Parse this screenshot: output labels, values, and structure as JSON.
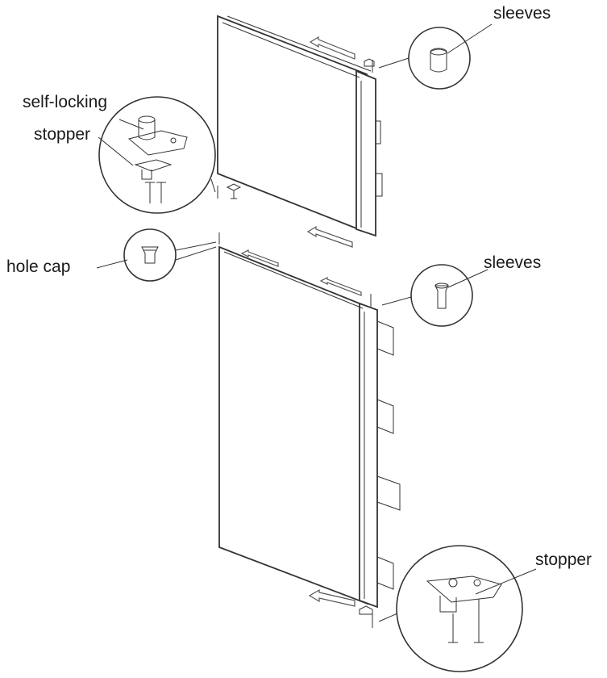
{
  "labels": {
    "sleeves_top": "sleeves",
    "self_locking": "self-locking",
    "stopper_top": "stopper",
    "hole_cap": "hole cap",
    "sleeves_mid": "sleeves",
    "stopper_bottom": "stopper"
  }
}
